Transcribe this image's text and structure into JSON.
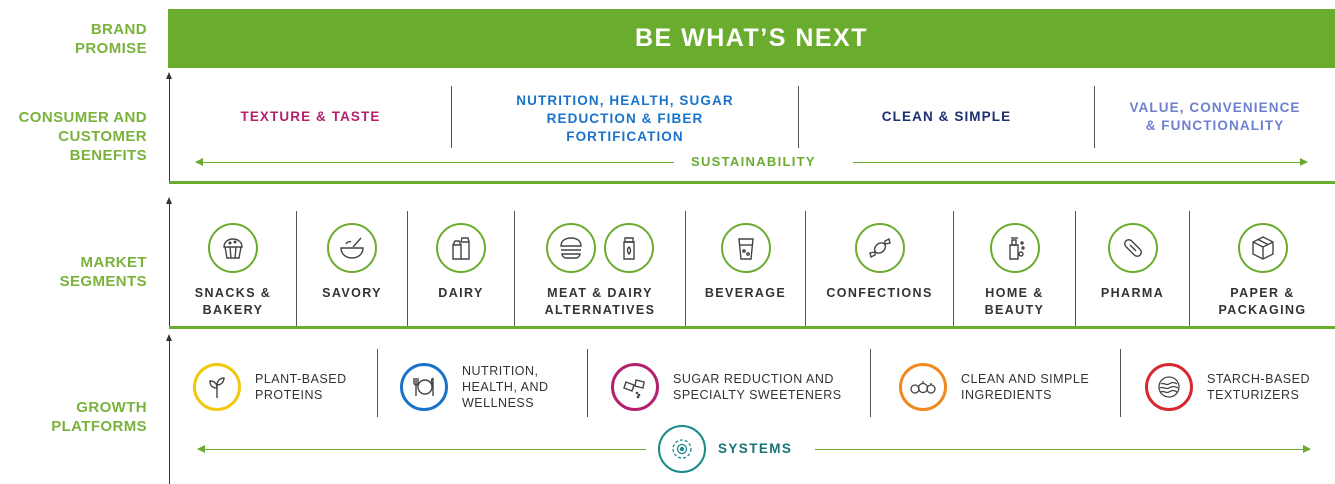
{
  "labels": {
    "brand_promise": "BRAND\nPROMISE",
    "benefits": "CONSUMER AND\nCUSTOMER\nBENEFITS",
    "market_segments": "MARKET\nSEGMENTS",
    "growth_platforms": "GROWTH\nPLATFORMS"
  },
  "brand_promise": "BE WHAT’S NEXT",
  "benefits": [
    {
      "text": "TEXTURE & TASTE",
      "color": "#b3216e"
    },
    {
      "text": "NUTRITION, HEALTH, SUGAR\nREDUCTION & FIBER\nFORTIFICATION",
      "color": "#1a73c8"
    },
    {
      "text": "CLEAN & SIMPLE",
      "color": "#1c2f6e"
    },
    {
      "text": "VALUE, CONVENIENCE\n& FUNCTIONALITY",
      "color": "#6e7fd0"
    }
  ],
  "sustainability": "SUSTAINABILITY",
  "segments": [
    {
      "name": "SNACKS &\nBAKERY",
      "icons": [
        "muffin-icon"
      ]
    },
    {
      "name": "SAVORY",
      "icons": [
        "bowl-icon"
      ]
    },
    {
      "name": "DAIRY",
      "icons": [
        "milk-carton-icon"
      ]
    },
    {
      "name": "MEAT & DAIRY\nALTERNATIVES",
      "icons": [
        "burger-icon",
        "plant-milk-icon"
      ]
    },
    {
      "name": "BEVERAGE",
      "icons": [
        "glass-icon"
      ]
    },
    {
      "name": "CONFECTIONS",
      "icons": [
        "candy-icon"
      ]
    },
    {
      "name": "HOME &\nBEAUTY",
      "icons": [
        "bottle-icon"
      ]
    },
    {
      "name": "PHARMA",
      "icons": [
        "pill-icon"
      ]
    },
    {
      "name": "PAPER &\nPACKAGING",
      "icons": [
        "box-icon"
      ]
    }
  ],
  "growth_platforms": [
    {
      "name": "PLANT-BASED\nPROTEINS",
      "icon": "sprout-icon",
      "color": "#f2c80f"
    },
    {
      "name": "NUTRITION,\nHEALTH, AND\nWELLNESS",
      "icon": "plate-icon",
      "color": "#1a73c8"
    },
    {
      "name": "SUGAR REDUCTION AND\nSPECIALTY SWEETENERS",
      "icon": "sweetener-icon",
      "color": "#b3216e"
    },
    {
      "name": "CLEAN AND SIMPLE\nINGREDIENTS",
      "icon": "produce-icon",
      "color": "#f08a1e"
    },
    {
      "name": "STARCH-BASED\nTEXTURIZERS",
      "icon": "texture-icon",
      "color": "#d7282f"
    }
  ],
  "systems": {
    "label": "SYSTEMS",
    "icon": "systems-icon",
    "color": "#1a8a8a"
  },
  "colors": {
    "green": "#6aac2e",
    "label_green": "#7ab23c"
  }
}
